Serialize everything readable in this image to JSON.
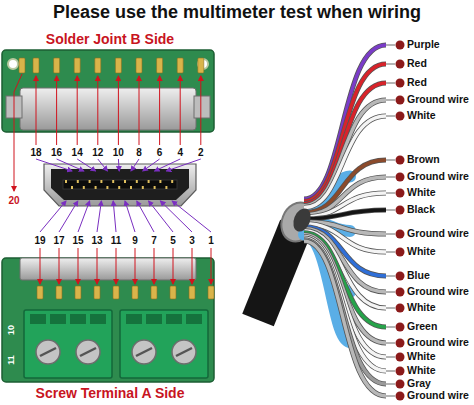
{
  "diagram": {
    "title": "Please use the multimeter test when wiring",
    "labels": [
      "Solder Joint B Side",
      "Screw Terminal A Side",
      "18",
      "16",
      "14",
      "12",
      "10",
      "8",
      "6",
      "4",
      "2",
      "20",
      "19",
      "17",
      "15",
      "13",
      "11",
      "9",
      "7",
      "5",
      "3",
      "1",
      "10",
      "11",
      "Purple",
      "Red",
      "Red",
      "Ground wire",
      "White",
      "Brown",
      "Ground wire",
      "White",
      "Black",
      "Ground wire",
      "White",
      "Blue",
      "Ground wire",
      "White",
      "Green",
      "Ground wire",
      "White",
      "White",
      "Gray",
      "Ground wire"
    ]
  }
}
